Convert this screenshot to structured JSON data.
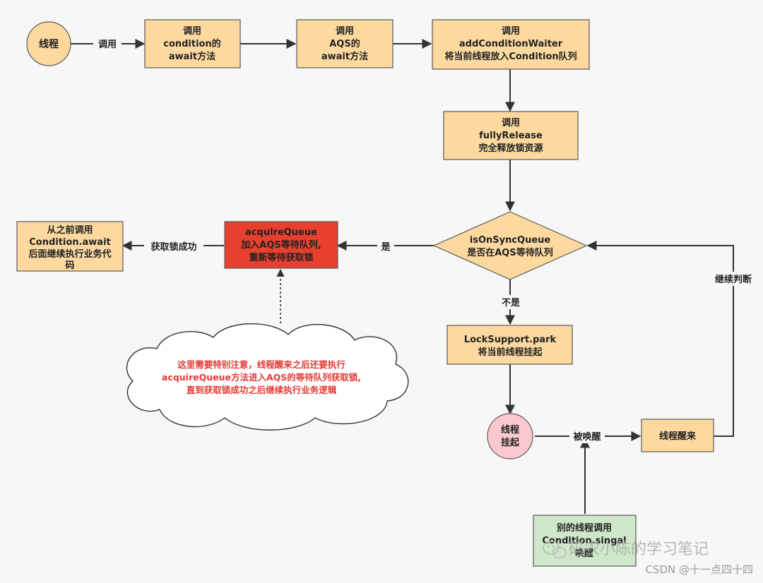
{
  "nodes": {
    "thread": "线程",
    "call_condition_await": [
      "调用",
      "condition的",
      "await方法"
    ],
    "call_aqs_await": [
      "调用",
      "AQS的",
      "await方法"
    ],
    "add_condition_waiter": [
      "调用",
      "addConditionWaiter",
      "将当前线程放入Condition队列"
    ],
    "fully_release": [
      "调用",
      "fullyRelease",
      "完全释放锁资源"
    ],
    "is_on_sync_queue": [
      "isOnSyncQueue",
      "是否在AQS等待队列"
    ],
    "acquire_queue": [
      "acquireQueue",
      "加入AQS等待队列,",
      "重新等待获取锁"
    ],
    "continue_business": [
      "从之前调用",
      "Condition.await",
      "后面继续执行业务代",
      "码"
    ],
    "lock_support_park": [
      "LockSupport.park",
      "将当前线程挂起"
    ],
    "thread_suspended": [
      "线程",
      "挂起"
    ],
    "thread_wakes": "线程醒来",
    "other_thread_signal": [
      "别的线程调用",
      "Condition.singal",
      "唤醒"
    ]
  },
  "edge_labels": {
    "call": "调用",
    "yes": "是",
    "no": "不是",
    "acquire_success": "获取锁成功",
    "continue_check": "继续判断",
    "awakened": "被唤醒"
  },
  "cloud_note": [
    "这里需要特别注意，线程醒来之后还要执行",
    "acquireQueue方法进入AQS的等待队列获取锁,",
    "直到获取锁成功之后继续执行业务逻辑"
  ],
  "watermark": {
    "wechat": "码农小陈的学习笔记",
    "csdn": "CSDN @十一点四十四"
  },
  "colors": {
    "box_fill": "#fdd9a0",
    "circle_thread": "#fdd9a0",
    "circle_suspended": "#f9c9cf",
    "acquire_fill": "#e8402f",
    "signal_fill": "#cfe8c9",
    "note_text": "#e53935"
  }
}
